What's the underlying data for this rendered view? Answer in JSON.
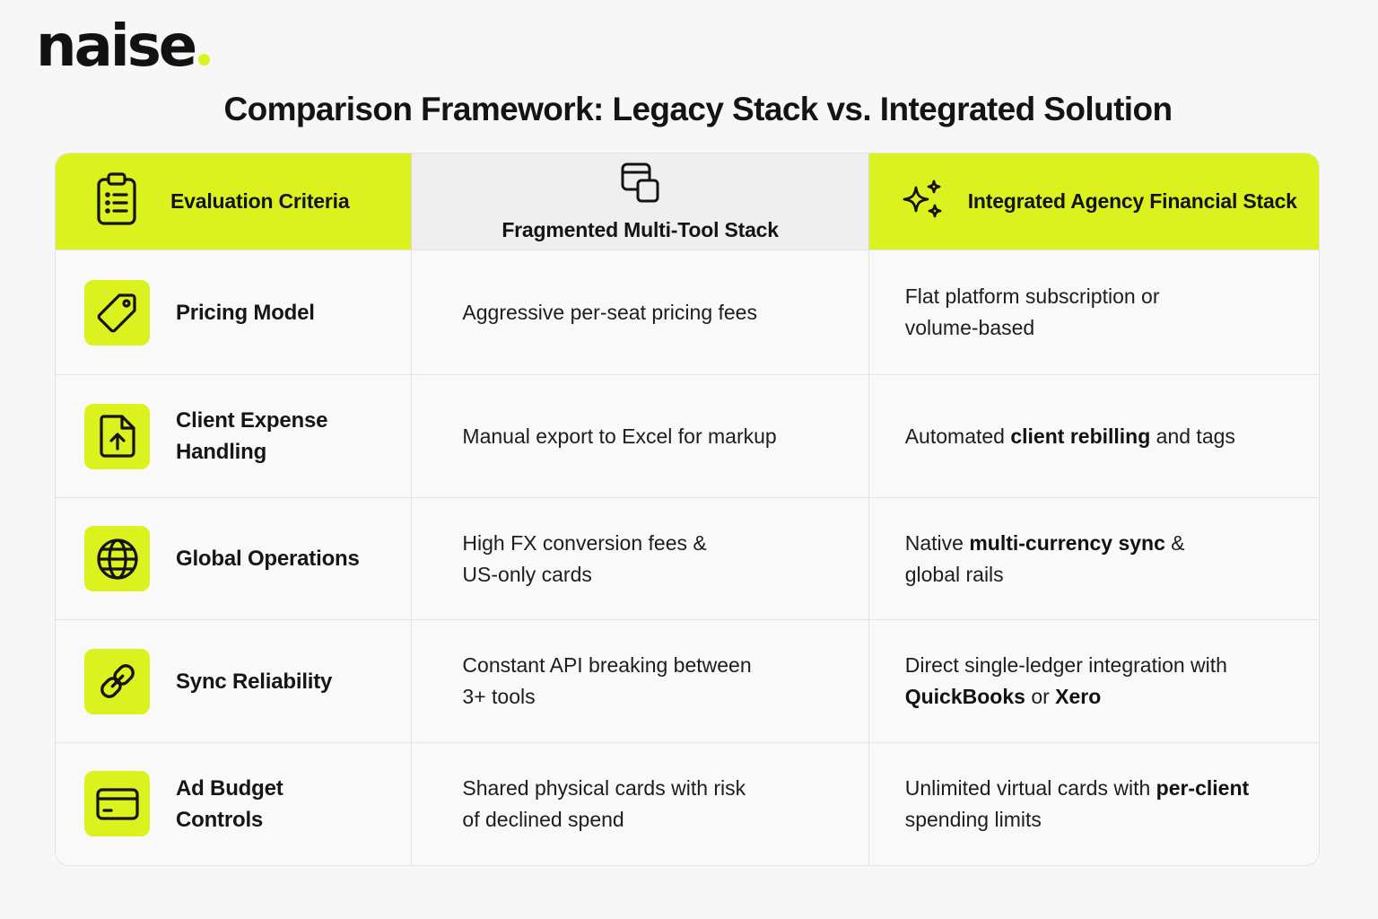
{
  "brand": {
    "name": "naise",
    "accent": "#dcf21e"
  },
  "title": "Comparison Framework: Legacy Stack vs. Integrated Solution",
  "colors": {
    "accent": "#dcf21e",
    "header_mid_bg": "#efefef",
    "text": "#141414"
  },
  "header": {
    "criteria": {
      "label": "Evaluation Criteria",
      "icon": "clipboard-list-icon"
    },
    "legacy": {
      "label": "Fragmented Multi-Tool Stack",
      "icon": "stacked-windows-icon"
    },
    "integrated": {
      "label": "Integrated Agency Financial Stack",
      "icon": "sparkles-icon"
    }
  },
  "rows": [
    {
      "icon": "price-tag-icon",
      "criteria_line1": "Pricing Model",
      "criteria_line2": "",
      "legacy_line1": "Aggressive per-seat pricing fees",
      "legacy_line2": "",
      "integrated": [
        {
          "pre": "Flat platform subscription or",
          "bold": "",
          "post": ""
        },
        {
          "pre": "volume-based",
          "bold": "",
          "post": ""
        }
      ]
    },
    {
      "icon": "file-upload-icon",
      "criteria_line1": "Client Expense",
      "criteria_line2": "Handling",
      "legacy_line1": "Manual export to Excel for markup",
      "legacy_line2": "",
      "integrated": [
        {
          "pre": "Automated ",
          "bold": "client rebilling",
          "post": " and tags"
        }
      ]
    },
    {
      "icon": "globe-icon",
      "criteria_line1": "Global Operations",
      "criteria_line2": "",
      "legacy_line1": "High FX conversion fees &",
      "legacy_line2": "US-only cards",
      "integrated": [
        {
          "pre": "Native ",
          "bold": "multi-currency sync",
          "post": " &"
        },
        {
          "pre": "global rails",
          "bold": "",
          "post": ""
        }
      ]
    },
    {
      "icon": "link-chain-icon",
      "criteria_line1": "Sync Reliability",
      "criteria_line2": "",
      "legacy_line1": "Constant API breaking between",
      "legacy_line2": "3+ tools",
      "integrated": [
        {
          "pre": "Direct single-ledger integration with",
          "bold": "",
          "post": ""
        },
        {
          "pre": "",
          "bold": "QuickBooks",
          "post": " or ",
          "bold2": "Xero"
        }
      ]
    },
    {
      "icon": "credit-card-icon",
      "criteria_line1": "Ad Budget",
      "criteria_line2": "Controls",
      "legacy_line1": "Shared physical cards with risk",
      "legacy_line2": "of declined spend",
      "integrated": [
        {
          "pre": "Unlimited virtual cards with ",
          "bold": "per-client",
          "post": ""
        },
        {
          "pre": "spending limits",
          "bold": "",
          "post": ""
        }
      ]
    }
  ]
}
